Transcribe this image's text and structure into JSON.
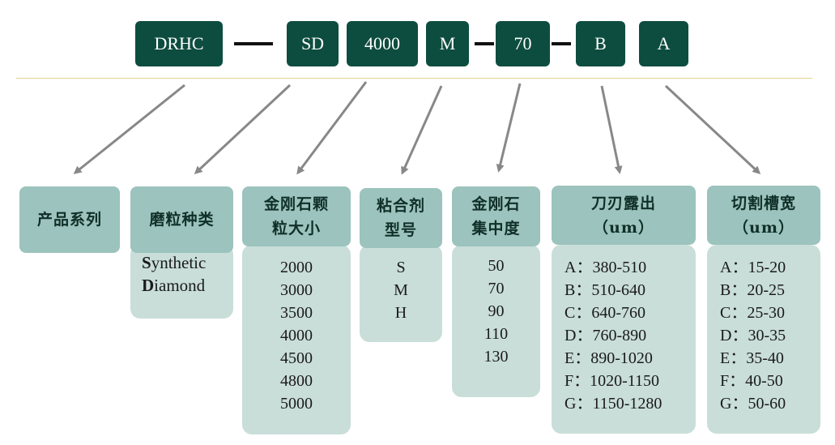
{
  "codes": [
    "DRHC",
    "SD",
    "4000",
    "M",
    "70",
    "B",
    "A"
  ],
  "headers": [
    "产品系列",
    "磨粒种类",
    "金刚石颗\n粒大小",
    "粘合剂\n型号",
    "金刚石\n集中度",
    "刀刃露出\n（um）",
    "切割槽宽\n（um）"
  ],
  "grit_type": {
    "line1_initial": "S",
    "line1_rest": "ynthetic",
    "line2_initial": "D",
    "line2_rest": "iamond"
  },
  "grit_sizes": [
    "2000",
    "3000",
    "3500",
    "4000",
    "4500",
    "4800",
    "5000"
  ],
  "bond_types": [
    "S",
    "M",
    "H"
  ],
  "concentration": [
    "50",
    "70",
    "90",
    "110",
    "130"
  ],
  "exposure": [
    "A：380-510",
    "B：510-640",
    "C：640-760",
    "D：760-890",
    "E：890-1020",
    "F：1020-1150",
    "G：1150-1280"
  ],
  "kerf_width": [
    "A：15-20",
    "B：20-25",
    "C：25-30",
    "D：30-35",
    "E：35-40",
    "F：40-50",
    "G：50-60"
  ],
  "colors": {
    "code_box": "#0d4d3f",
    "header": "#9cc3bd",
    "body": "#c9ded9",
    "arrow": "#888888",
    "rule": "#e9d48f"
  }
}
